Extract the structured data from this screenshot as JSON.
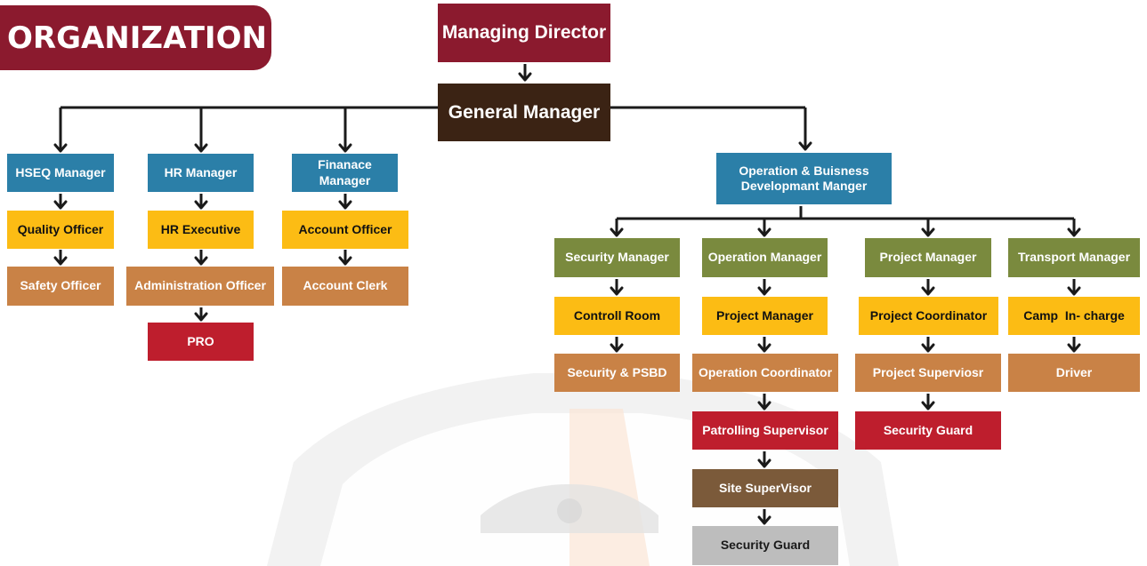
{
  "title": "ORGANIZATION",
  "colors": {
    "maroon": "#8b1a2e",
    "dark_brown": "#3b2314",
    "teal": "#2b7fa8",
    "yellow": "#fcbc14",
    "tan": "#c98246",
    "red": "#be1e2d",
    "olive": "#7a8a3e",
    "brown": "#7b5a3a",
    "gray": "#bdbdbd",
    "connector": "#1a1a1a"
  },
  "nodes": {
    "managing_director": "Managing Director",
    "general_manager": "General Manager",
    "hseq_manager": "HSEQ Manager",
    "quality_officer": "Quality Officer",
    "safety_officer": "Safety Officer",
    "hr_manager": "HR Manager",
    "hr_executive": "HR Executive",
    "administration_officer": "Administration Officer",
    "pro": "PRO",
    "finance_manager": "Finanace Manager",
    "account_officer": "Account Officer",
    "account_clerk": "Account Clerk",
    "operation_business_manager": "Operation & Buisness Developmant Manger",
    "security_manager": "Security Manager",
    "controll_room": "Controll Room",
    "security_psbd": "Security & PSBD",
    "operation_manager": "Operation Manager",
    "op_project_manager": "Project Manager",
    "operation_coordinator": "Operation Coordinator",
    "patrolling_supervisor": "Patrolling Supervisor",
    "site_supervisor": "Site SuperVisor",
    "op_security_guard": "Security Guard",
    "project_manager": "Project Manager",
    "project_coordinator": "Project Coordinator",
    "project_supervisor": "Project Superviosr",
    "pm_security_guard": "Security Guard",
    "transport_manager": "Transport Manager",
    "camp_incharge": "Camp  In- charge",
    "driver": "Driver"
  },
  "edges": [
    [
      "managing_director",
      "general_manager"
    ],
    [
      "general_manager",
      "hseq_manager"
    ],
    [
      "general_manager",
      "hr_manager"
    ],
    [
      "general_manager",
      "finance_manager"
    ],
    [
      "general_manager",
      "operation_business_manager"
    ],
    [
      "hseq_manager",
      "quality_officer"
    ],
    [
      "quality_officer",
      "safety_officer"
    ],
    [
      "hr_manager",
      "hr_executive"
    ],
    [
      "hr_executive",
      "administration_officer"
    ],
    [
      "administration_officer",
      "pro"
    ],
    [
      "finance_manager",
      "account_officer"
    ],
    [
      "account_officer",
      "account_clerk"
    ],
    [
      "operation_business_manager",
      "security_manager"
    ],
    [
      "operation_business_manager",
      "operation_manager"
    ],
    [
      "operation_business_manager",
      "project_manager"
    ],
    [
      "operation_business_manager",
      "transport_manager"
    ],
    [
      "security_manager",
      "controll_room"
    ],
    [
      "controll_room",
      "security_psbd"
    ],
    [
      "operation_manager",
      "op_project_manager"
    ],
    [
      "op_project_manager",
      "operation_coordinator"
    ],
    [
      "operation_coordinator",
      "patrolling_supervisor"
    ],
    [
      "patrolling_supervisor",
      "site_supervisor"
    ],
    [
      "site_supervisor",
      "op_security_guard"
    ],
    [
      "project_manager",
      "project_coordinator"
    ],
    [
      "project_coordinator",
      "project_supervisor"
    ],
    [
      "project_supervisor",
      "pm_security_guard"
    ],
    [
      "transport_manager",
      "camp_incharge"
    ],
    [
      "camp_incharge",
      "driver"
    ]
  ]
}
